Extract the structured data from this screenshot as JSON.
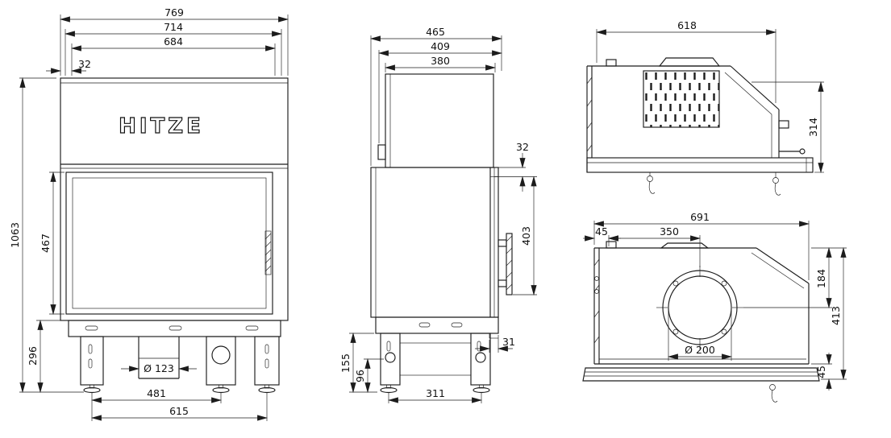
{
  "drawing": {
    "brand": "HITZE",
    "views": {
      "front": {
        "dimensions": {
          "overall_width": "769",
          "frame_width": "714",
          "glass_width": "684",
          "side_offset": "32",
          "overall_height": "1063",
          "door_height": "467",
          "base_height": "296",
          "intake_diameter": "Ø 123",
          "leg_spacing": "481",
          "base_width": "615"
        }
      },
      "side": {
        "dimensions": {
          "overall_depth": "465",
          "inner_depth": "409",
          "top_depth": "380",
          "glass_top_offset": "32",
          "door_height": "403",
          "bottom_front_offset": "31",
          "base_height": "155",
          "foot_clearance": "96",
          "leg_spacing": "311"
        }
      },
      "section": {
        "dimensions": {
          "width": "618",
          "height": "314"
        }
      },
      "top": {
        "dimensions": {
          "overall_width": "691",
          "side_glass_thickness": "45",
          "flue_center_offset": "350",
          "flue_center_from_rear": "184",
          "overall_depth": "413",
          "front_frame_width": "45",
          "flue_diameter": "Ø 200"
        }
      }
    }
  }
}
